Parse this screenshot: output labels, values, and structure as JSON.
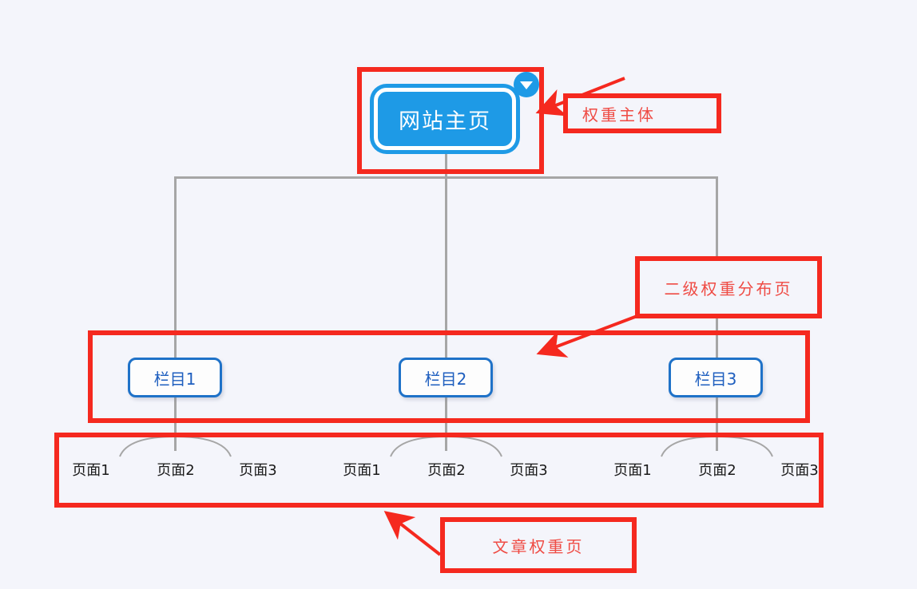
{
  "diagram": {
    "title_note": "website weight distribution tree",
    "background_color": "#f4f5fb",
    "root": {
      "label": "网站主页",
      "fill_color": "#1e9ae6",
      "text_color": "#ffffff",
      "toggle_icon": "caret-down-icon"
    },
    "level2": [
      {
        "label": "栏目1"
      },
      {
        "label": "栏目2"
      },
      {
        "label": "栏目3"
      }
    ],
    "leaves": [
      {
        "label": "页面1"
      },
      {
        "label": "页面2"
      },
      {
        "label": "页面3"
      },
      {
        "label": "页面1"
      },
      {
        "label": "页面2"
      },
      {
        "label": "页面3"
      },
      {
        "label": "页面1"
      },
      {
        "label": "页面2"
      },
      {
        "label": "页面3"
      }
    ],
    "annotations": [
      {
        "label": "权重主体",
        "color": "#ef4b44"
      },
      {
        "label": "二级权重分布页",
        "color": "#ef4b44"
      },
      {
        "label": "文章权重页",
        "color": "#ef4b44"
      }
    ],
    "colors": {
      "highlight_red": "#f5291f",
      "annotation_text": "#ef4b44",
      "node_blue": "#1e9ae6",
      "column_border_blue": "#1f72c8",
      "column_text_blue": "#1f5fbf",
      "connector_gray": "#a6a6a6"
    }
  }
}
